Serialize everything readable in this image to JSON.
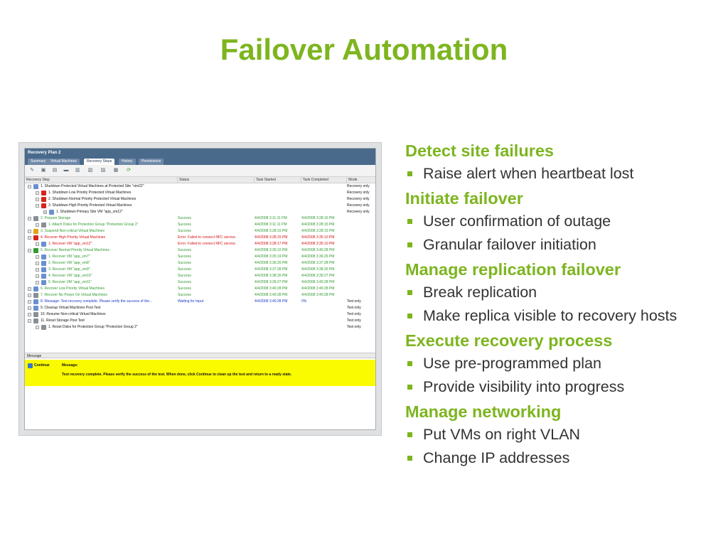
{
  "title": "Failover Automation",
  "screenshot": {
    "header": "Recovery Plan 2",
    "tabs": [
      "Summary",
      "Virtual Machines",
      "Recovery Steps",
      "History",
      "Permissions"
    ],
    "active_tab": "Recovery Steps",
    "columns": [
      "Recovery Step",
      "Status",
      "Task Started",
      "Task Completed",
      "Mode"
    ],
    "rows": [
      {
        "step": "1. Shutdown Protected Virtual Machines at Protected Site \"vim22\"",
        "status": "",
        "start": "",
        "done": "",
        "mode": "Recovery only",
        "level": 0,
        "color": "black",
        "icon": "blue"
      },
      {
        "step": "1. Shutdown Low Priority Protected Virtual Machines",
        "status": "",
        "start": "",
        "done": "",
        "mode": "Recovery only",
        "level": 1,
        "color": "black",
        "icon": "red"
      },
      {
        "step": "2. Shutdown Normal Priority Protected Virtual Machines",
        "status": "",
        "start": "",
        "done": "",
        "mode": "Recovery only",
        "level": 1,
        "color": "black",
        "icon": "red"
      },
      {
        "step": "3. Shutdown High Priority Protected Virtual Machines",
        "status": "",
        "start": "",
        "done": "",
        "mode": "Recovery only",
        "level": 1,
        "color": "black",
        "icon": "red"
      },
      {
        "step": "1. Shutdown Primary Site VM \"app_vm12\"",
        "status": "",
        "start": "",
        "done": "",
        "mode": "Recovery only",
        "level": 2,
        "color": "black",
        "icon": "blue"
      },
      {
        "step": "2. Prepare Storage",
        "status": "Success",
        "start": "4/4/2008 3:11:11 PM",
        "done": "4/4/2008 3:28:15 PM",
        "mode": "",
        "level": 0,
        "color": "green",
        "icon": "grey"
      },
      {
        "step": "1. Attach Disks for Protection Group \"Protection Group 2\"",
        "status": "Success",
        "start": "4/4/2008 3:11:11 PM",
        "done": "4/4/2008 3:28:15 PM",
        "mode": "",
        "level": 1,
        "color": "green",
        "icon": "grey"
      },
      {
        "step": "3. Suspend Non-critical Virtual Machines",
        "status": "Success",
        "start": "4/4/2008 3:28:15 PM",
        "done": "4/4/2008 3:28:15 PM",
        "mode": "",
        "level": 0,
        "color": "green",
        "icon": "orange"
      },
      {
        "step": "4. Recover High Priority Virtual Machines",
        "status": "Error: Failed to connect NFC service.",
        "start": "4/4/2008 3:28:15 PM",
        "done": "4/4/2008 3:35:10 PM",
        "mode": "",
        "level": 0,
        "color": "red",
        "icon": "red"
      },
      {
        "step": "1. Recover VM \"app_vm12\"",
        "status": "Error: Failed to connect NFC service.",
        "start": "4/4/2008 3:28:17 PM",
        "done": "4/4/2008 3:35:10 PM",
        "mode": "",
        "level": 1,
        "color": "red",
        "icon": "blue"
      },
      {
        "step": "5. Recover Normal Priority Virtual Machines",
        "status": "Success",
        "start": "4/4/2008 3:35:10 PM",
        "done": "4/4/2008 3:40:28 PM",
        "mode": "",
        "level": 0,
        "color": "green",
        "icon": "greenic"
      },
      {
        "step": "1. Recover VM \"app_vm7\"",
        "status": "Success",
        "start": "4/4/2008 3:35:19 PM",
        "done": "4/4/2008 3:36:26 PM",
        "mode": "",
        "level": 1,
        "color": "green",
        "icon": "blue"
      },
      {
        "step": "2. Recover VM \"app_vm8\"",
        "status": "Success",
        "start": "4/4/2008 3:36:26 PM",
        "done": "4/4/2008 3:37:28 PM",
        "mode": "",
        "level": 1,
        "color": "green",
        "icon": "blue"
      },
      {
        "step": "3. Recover VM \"app_vm9\"",
        "status": "Success",
        "start": "4/4/2008 3:37:28 PM",
        "done": "4/4/2008 3:38:26 PM",
        "mode": "",
        "level": 1,
        "color": "green",
        "icon": "blue"
      },
      {
        "step": "4. Recover VM \"app_vm10\"",
        "status": "Success",
        "start": "4/4/2008 3:38:26 PM",
        "done": "4/4/2008 3:39:27 PM",
        "mode": "",
        "level": 1,
        "color": "green",
        "icon": "blue"
      },
      {
        "step": "5. Recover VM \"app_vm11\"",
        "status": "Success",
        "start": "4/4/2008 3:39:27 PM",
        "done": "4/4/2008 3:40:28 PM",
        "mode": "",
        "level": 1,
        "color": "green",
        "icon": "blue"
      },
      {
        "step": "6. Recover Low Priority Virtual Machines",
        "status": "Success",
        "start": "4/4/2008 3:40:28 PM",
        "done": "4/4/2008 3:40:28 PM",
        "mode": "",
        "level": 0,
        "color": "green",
        "icon": "blue"
      },
      {
        "step": "7. Recover No Power On Virtual Machines",
        "status": "Success",
        "start": "4/4/2008 3:40:28 PM",
        "done": "4/4/2008 3:40:28 PM",
        "mode": "",
        "level": 0,
        "color": "green",
        "icon": "grey"
      },
      {
        "step": "8. Message: Test recovery complete. Please verify the success of the...",
        "status": "Waiting for Input",
        "start": "4/4/2008 3:40:28 PM",
        "done": "0%",
        "mode": "Test only",
        "level": 0,
        "color": "blue",
        "icon": "blue"
      },
      {
        "step": "9. Cleanup Virtual Machines Post Test",
        "status": "",
        "start": "",
        "done": "",
        "mode": "Test only",
        "level": 0,
        "color": "black",
        "icon": "blue"
      },
      {
        "step": "10. Resume Non-critical Virtual Machines",
        "status": "",
        "start": "",
        "done": "",
        "mode": "Test only",
        "level": 0,
        "color": "black",
        "icon": "grey"
      },
      {
        "step": "11. Reset Storage Post Test",
        "status": "",
        "start": "",
        "done": "",
        "mode": "Test only",
        "level": 0,
        "color": "black",
        "icon": "grey"
      },
      {
        "step": "1. Reset Disks for Protection Group \"Protection Group 2\"",
        "status": "",
        "start": "",
        "done": "",
        "mode": "Test only",
        "level": 1,
        "color": "black",
        "icon": "grey"
      }
    ],
    "message_label": "Message",
    "continue_label": "Continue",
    "message_title": "Message:",
    "message_body": "Test recovery complete. Please verify the success of the test. When done, click Continue to clean up the test and return to a ready state."
  },
  "sections": [
    {
      "heading": "Detect site failures",
      "bullets": [
        "Raise alert when heartbeat lost"
      ]
    },
    {
      "heading": "Initiate failover",
      "bullets": [
        "User confirmation of outage",
        "Granular failover initiation"
      ]
    },
    {
      "heading": "Manage replication failover",
      "bullets": [
        "Break replication",
        "Make replica visible to recovery hosts"
      ]
    },
    {
      "heading": "Execute recovery process",
      "bullets": [
        "Use pre-programmed plan",
        "Provide visibility into progress"
      ]
    },
    {
      "heading": "Manage networking",
      "bullets": [
        "Put VMs on right VLAN",
        "Change IP addresses"
      ]
    }
  ],
  "colors": {
    "accent": "#7db51f",
    "header": "#4a6a8c",
    "message_bg": "#fbfb00",
    "success": "#2f9a2f",
    "error": "#d51212"
  }
}
